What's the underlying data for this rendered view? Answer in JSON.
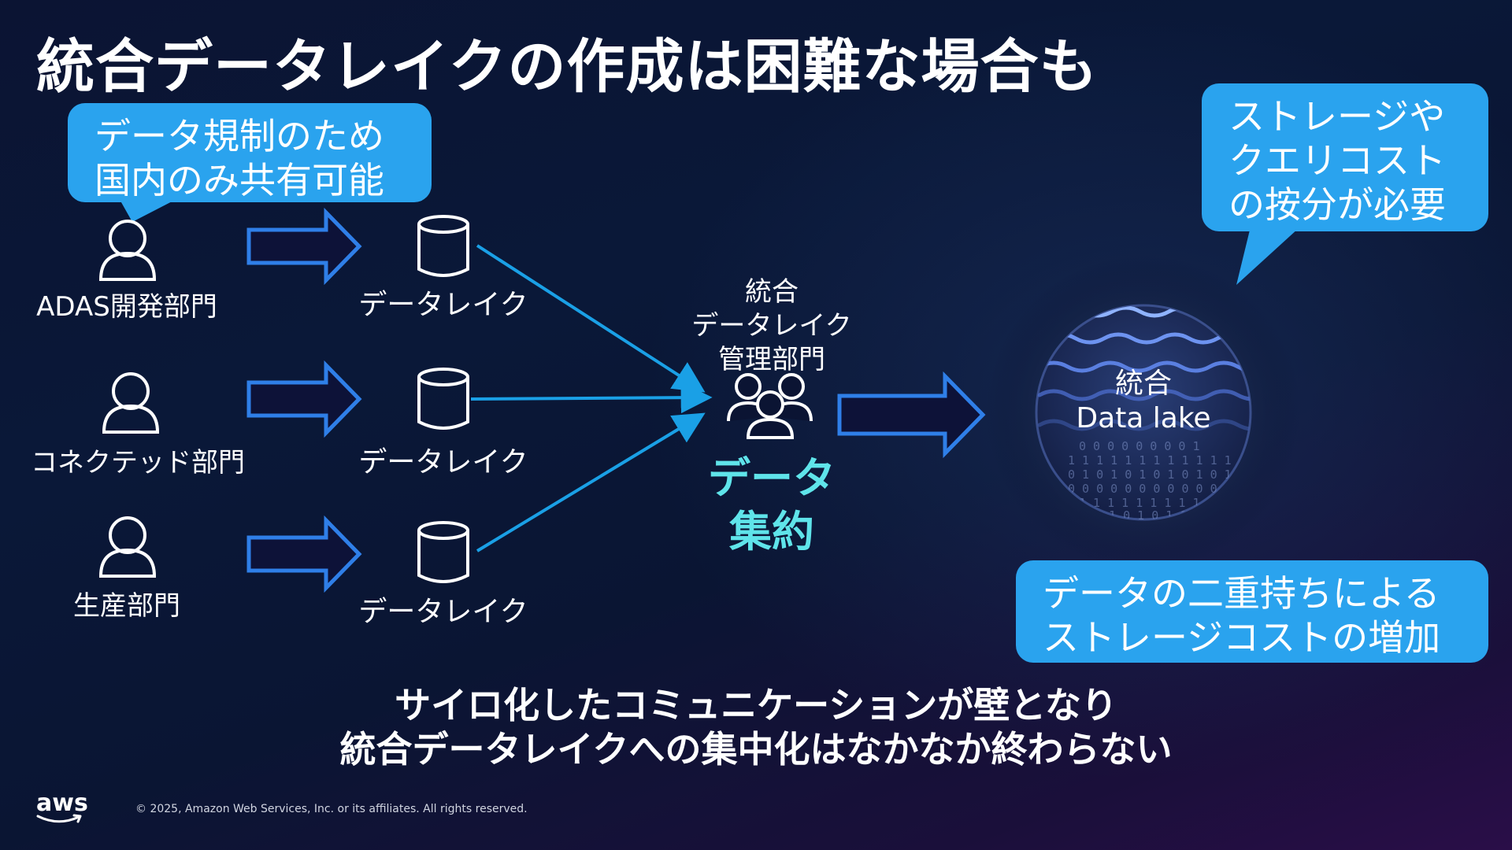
{
  "slide": {
    "title": "統合データレイクの作成は困難な場合も"
  },
  "callouts": {
    "regulation": [
      "データ規制のため",
      "国内のみ共有可能"
    ],
    "cost_allocation": [
      "ストレージや",
      "クエリコスト",
      "の按分が必要"
    ],
    "storage_cost": [
      "データの二重持ちによる",
      "ストレージコストの増加"
    ]
  },
  "departments": [
    {
      "label": "ADAS開発部門",
      "icon": "person-icon"
    },
    {
      "label": "コネクテッド部門",
      "icon": "person-icon"
    },
    {
      "label": "生産部門",
      "icon": "person-icon"
    }
  ],
  "datalakes": [
    {
      "label": "データレイク",
      "icon": "database-icon"
    },
    {
      "label": "データレイク",
      "icon": "database-icon"
    },
    {
      "label": "データレイク",
      "icon": "database-icon"
    }
  ],
  "central": {
    "label_lines": [
      "統合",
      "データレイク",
      "管理部門"
    ],
    "icon": "group-icon",
    "emphasis_lines": [
      "データ",
      "集約"
    ]
  },
  "unified_lake": {
    "label_lines": [
      "統合",
      "Data lake"
    ],
    "icon": "data-lake-sphere-icon"
  },
  "bottom_message": [
    "サイロ化したコミュニケーションが壁となり",
    "統合データレイクへの集中化はなかなか終わらない"
  ],
  "footer": {
    "logo": "aws",
    "copyright": "© 2025, Amazon Web Services, Inc. or its affiliates. All rights reserved."
  },
  "colors": {
    "bubble": "#2aa3ee",
    "arrow_line": "#1aa0e6",
    "block_arrow_stroke": "#2f7fe8",
    "block_arrow_fill": "#0d1238",
    "emphasis": "#5fe4ea"
  }
}
